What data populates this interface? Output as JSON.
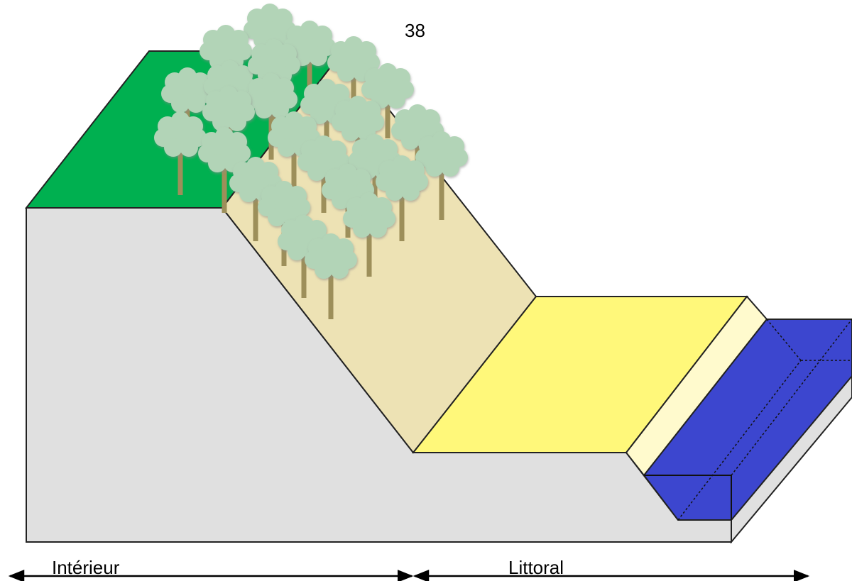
{
  "page_number": "38",
  "zones": {
    "interior_label": "Intérieur",
    "coastal_label": "Littoral"
  },
  "colors": {
    "block_side": "#e0e0e0",
    "plateau_green": "#00b050",
    "forest_slope": "#ede2b4",
    "beach_yellow": "#fff87a",
    "shore_strip": "#fffacd",
    "water_blue": "#3c46cf",
    "tree_crown": "#b2d4b7",
    "tree_trunk": "#9d8f5a"
  },
  "icons": {
    "forest": "tree-icon",
    "arrows": "double-arrow-icon"
  }
}
